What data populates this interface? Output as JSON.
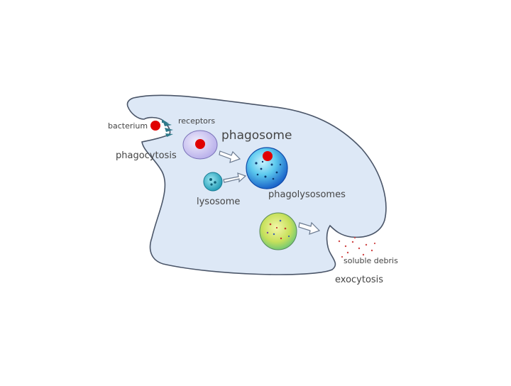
{
  "labels": {
    "bacterium": "bacterium",
    "receptors": "receptors",
    "phagosome": "phagosome",
    "phagocytosis": "phagocytosis",
    "lysosome": "lysosome",
    "phagolysosomes": "phagolysosomes",
    "soluble_debris": "soluble debris",
    "exocytosis": "exocytosis"
  },
  "colors": {
    "cell_fill": "#dde8f6",
    "cell_stroke": "#4a5568",
    "bacterium": "#e00000",
    "phagosome": "#c9c4ee",
    "lysosome": "#2bb0c8",
    "phagolysosome": "#1d6fd1",
    "residual_body": "#c6e05a",
    "text": "#444444"
  }
}
